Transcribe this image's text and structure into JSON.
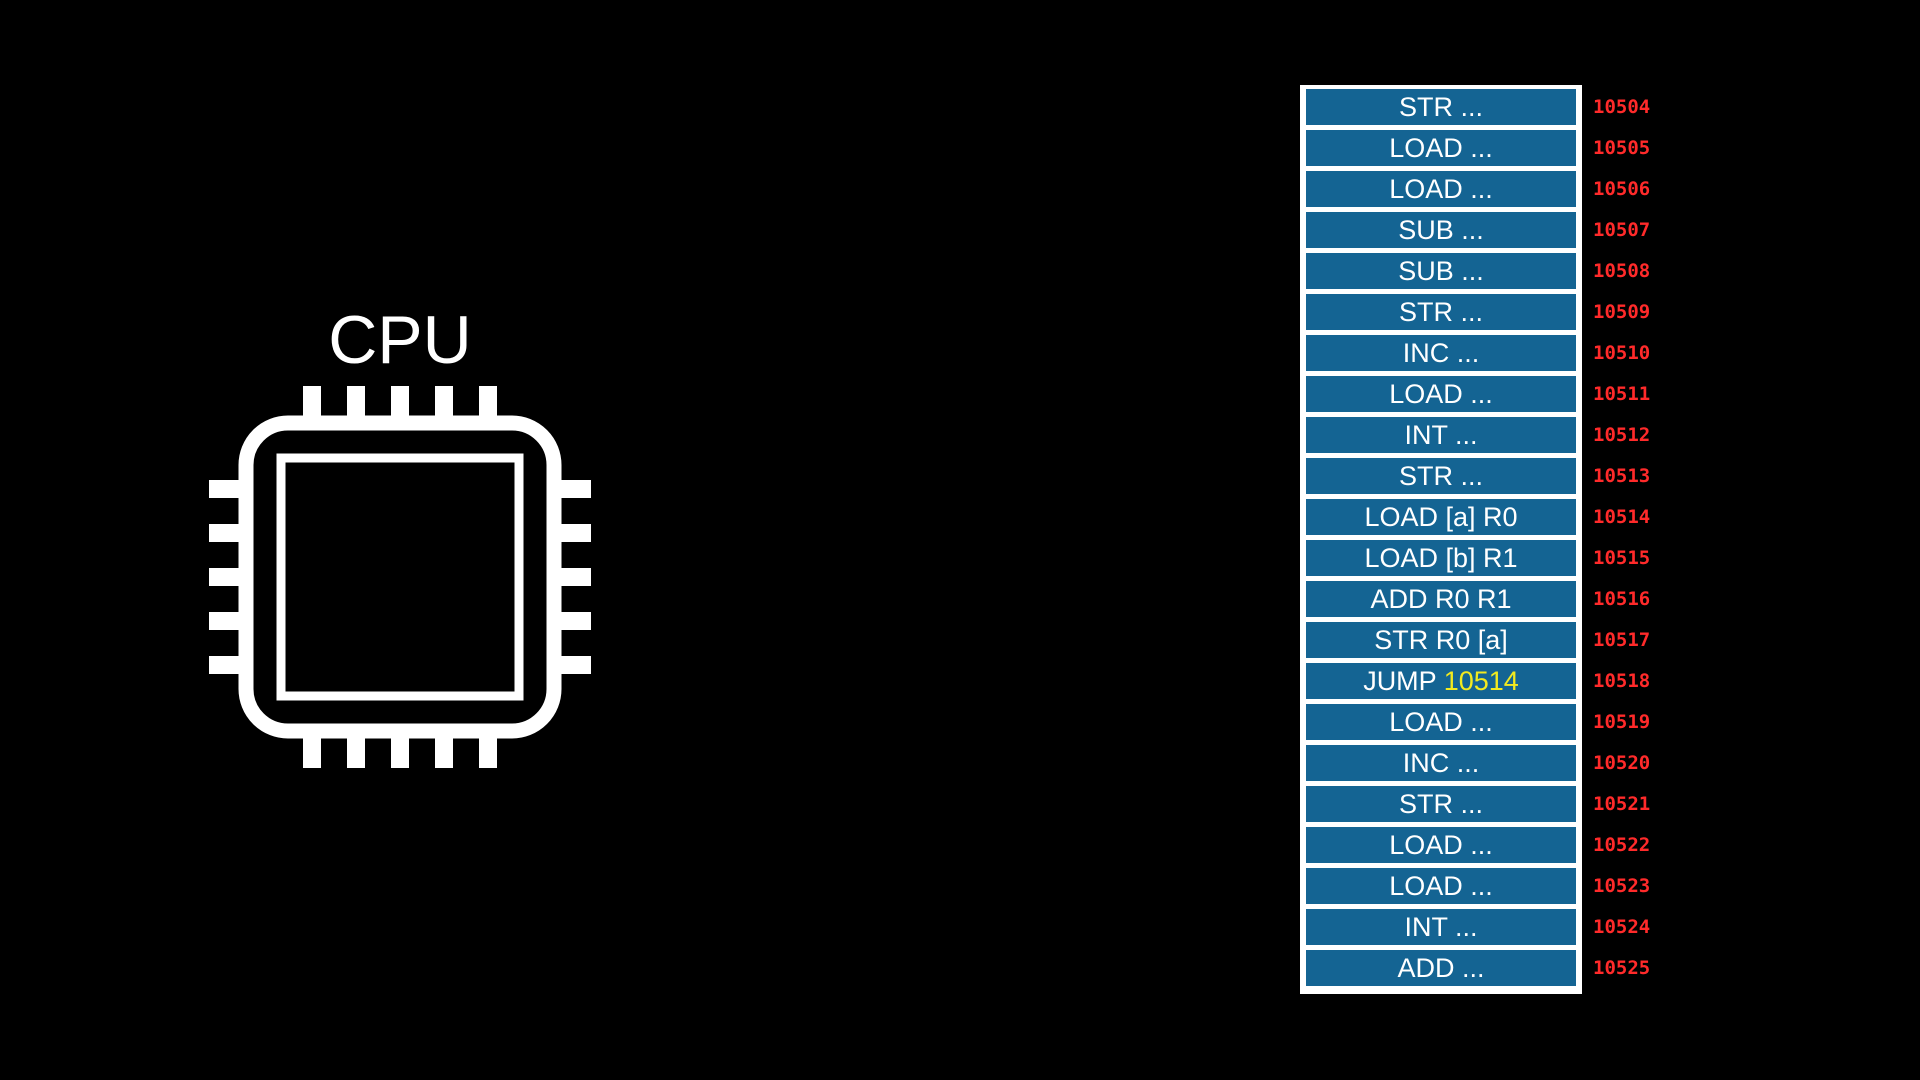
{
  "cpu": {
    "label": "CPU",
    "icon": "cpu-chip-icon"
  },
  "memory": {
    "cell_color": "#146493",
    "border_color": "#ffffff",
    "address_color": "#ff2a2a",
    "highlight_color": "#f2ea1f",
    "rows": [
      {
        "op": "STR ...",
        "addr": "10504"
      },
      {
        "op": "LOAD ...",
        "addr": "10505"
      },
      {
        "op": "LOAD ...",
        "addr": "10506"
      },
      {
        "op": "SUB ...",
        "addr": "10507"
      },
      {
        "op": "SUB ...",
        "addr": "10508"
      },
      {
        "op": "STR ...",
        "addr": "10509"
      },
      {
        "op": "INC ...",
        "addr": "10510"
      },
      {
        "op": "LOAD ...",
        "addr": "10511"
      },
      {
        "op": "INT ...",
        "addr": "10512"
      },
      {
        "op": "STR ...",
        "addr": "10513"
      },
      {
        "op": "LOAD [a] R0",
        "addr": "10514"
      },
      {
        "op": "LOAD [b] R1",
        "addr": "10515"
      },
      {
        "op": "ADD R0 R1",
        "addr": "10516"
      },
      {
        "op": "STR R0 [a]",
        "addr": "10517"
      },
      {
        "op": "JUMP",
        "operand": "10514",
        "addr": "10518"
      },
      {
        "op": "LOAD ...",
        "addr": "10519"
      },
      {
        "op": "INC ...",
        "addr": "10520"
      },
      {
        "op": "STR ...",
        "addr": "10521"
      },
      {
        "op": "LOAD ...",
        "addr": "10522"
      },
      {
        "op": "LOAD ...",
        "addr": "10523"
      },
      {
        "op": "INT ...",
        "addr": "10524"
      },
      {
        "op": "ADD ...",
        "addr": "10525"
      }
    ]
  }
}
